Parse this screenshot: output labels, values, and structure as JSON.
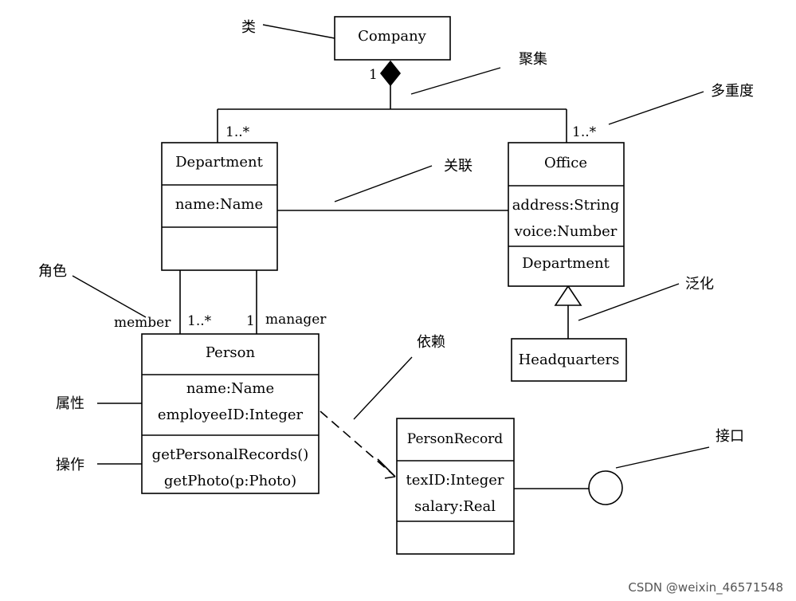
{
  "classes": {
    "company": {
      "name": "Company"
    },
    "department": {
      "name": "Department",
      "attributes": [
        "name:Name"
      ]
    },
    "office": {
      "name": "Office",
      "attributes": [
        "address:String",
        "voice:Number"
      ],
      "operations": [
        "Department"
      ]
    },
    "headquarters": {
      "name": "Headquarters"
    },
    "person": {
      "name": "Person",
      "attributes": [
        "name:Name",
        "employeeID:Integer"
      ],
      "operations": [
        "getPersonalRecords()",
        "getPhoto(p:Photo)"
      ]
    },
    "person_record": {
      "name": "PersonRecord",
      "attributes": [
        "texID:Integer",
        "salary:Real"
      ]
    }
  },
  "multiplicities": {
    "company_end": "1",
    "department_end": "1..*",
    "office_end": "1..*",
    "member_end": "1..*",
    "manager_end": "1"
  },
  "roles": {
    "member": "member",
    "manager": "manager"
  },
  "annotations": {
    "class": "类",
    "aggregation": "聚集",
    "multiplicity": "多重度",
    "association": "关联",
    "role": "角色",
    "generalization": "泛化",
    "dependency": "依赖",
    "attribute": "属性",
    "operation": "操作",
    "interface": "接口"
  },
  "watermark": "CSDN @weixin_46571548"
}
